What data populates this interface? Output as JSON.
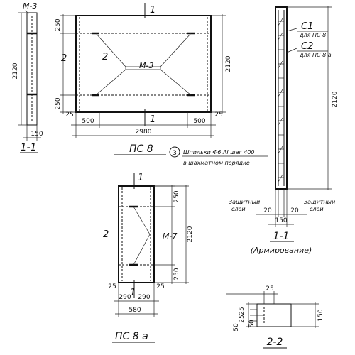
{
  "section11_small": {
    "mark": "M-3",
    "height": "2120",
    "width": "150",
    "title": "1-1"
  },
  "psv8": {
    "cut_mark_top": "1",
    "cut_mark_bottom": "1",
    "side_mark_left": "2",
    "side_mark_inner": "2",
    "mark": "M-3",
    "dim_top": "250",
    "dim_bottom": "250",
    "dim_height": "2120",
    "dim_edge_left": "25",
    "dim_edge_right": "25",
    "dim_500_left": "500",
    "dim_500_right": "500",
    "dim_total": "2980",
    "title": "ПС 8"
  },
  "note": {
    "number": "3",
    "line1": "Шпильки Ф6 АI шаг 400",
    "line2": "в шахматном порядке"
  },
  "section_reinf": {
    "c1": "C1",
    "c1_sub": "для ПС 8",
    "c2": "C2",
    "c2_sub": "для ПС 8 а",
    "height": "2120",
    "left_caption_1": "Защитный",
    "left_caption_2": "слой",
    "right_caption_1": "Защитный",
    "right_caption_2": "слой",
    "dim_left": "20",
    "dim_right": "20",
    "dim_total": "150",
    "title": "1-1",
    "subtitle": "(Армирование)"
  },
  "psv8a": {
    "cut_mark_top": "1",
    "cut_mark_bottom": "1",
    "side_mark": "2",
    "mark": "M-7",
    "dim_top": "250",
    "dim_bottom": "250",
    "dim_height": "2120",
    "dim_edge_left": "25",
    "dim_edge_right": "25",
    "dim_half_left": "290",
    "dim_half_right": "290",
    "dim_total": "580",
    "title": "ПС 8 а"
  },
  "section22": {
    "dim_top": "25",
    "dim_a": "25",
    "dim_b": "25",
    "dim_c": "50",
    "dim_d": "50",
    "dim_height": "150",
    "title": "2-2"
  }
}
